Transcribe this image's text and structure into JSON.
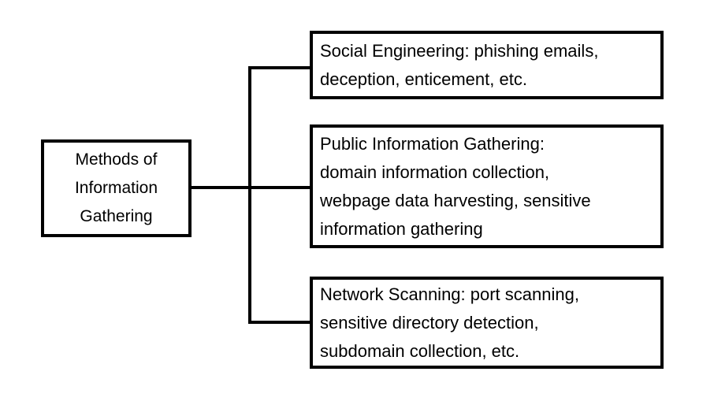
{
  "page": {
    "background_color": "#ffffff",
    "line_color": "#000000",
    "text_color": "#000000"
  },
  "diagram": {
    "root": {
      "label": "Methods of\nInformation\nGathering"
    },
    "branches": [
      {
        "label": "Social Engineering: phishing emails,\ndeception, enticement, etc."
      },
      {
        "label": "Public Information Gathering:\ndomain information collection,\nwebpage data harvesting, sensitive\ninformation gathering"
      },
      {
        "label": "Network Scanning: port scanning,\nsensitive directory detection,\nsubdomain collection, etc."
      }
    ]
  }
}
